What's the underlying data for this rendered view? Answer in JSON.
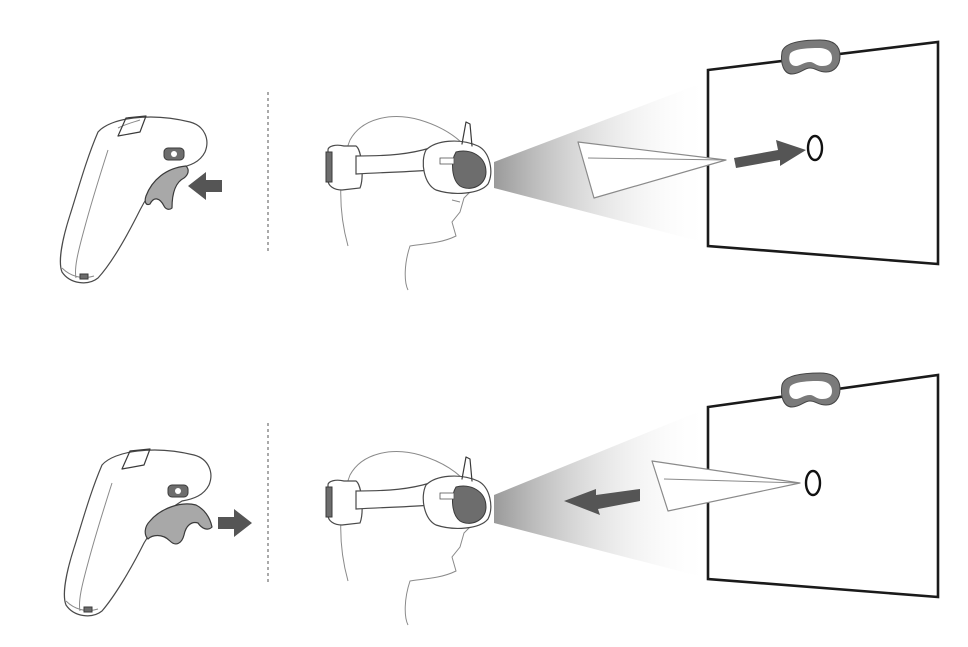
{
  "diagram": {
    "panels": [
      {
        "id": "top",
        "trigger_action": "press",
        "plane_motion": "forward",
        "icons": [
          "motion-controller",
          "trigger",
          "press-arrow-icon",
          "fpv-goggles-headset",
          "projection-beam",
          "paper-plane",
          "motion-arrow-icon",
          "target-ring",
          "goggles-icon"
        ]
      },
      {
        "id": "bottom",
        "trigger_action": "release",
        "plane_motion": "backward",
        "icons": [
          "motion-controller",
          "trigger",
          "release-arrow-icon",
          "fpv-goggles-headset",
          "projection-beam",
          "paper-plane",
          "motion-arrow-icon",
          "target-ring",
          "goggles-icon"
        ]
      }
    ],
    "colors": {
      "line": "#3a3a3a",
      "arrow": "#555555",
      "trigger": "#a8a8a8",
      "beam_start": "#9a9a9a",
      "beam_end": "#ffffff"
    }
  }
}
